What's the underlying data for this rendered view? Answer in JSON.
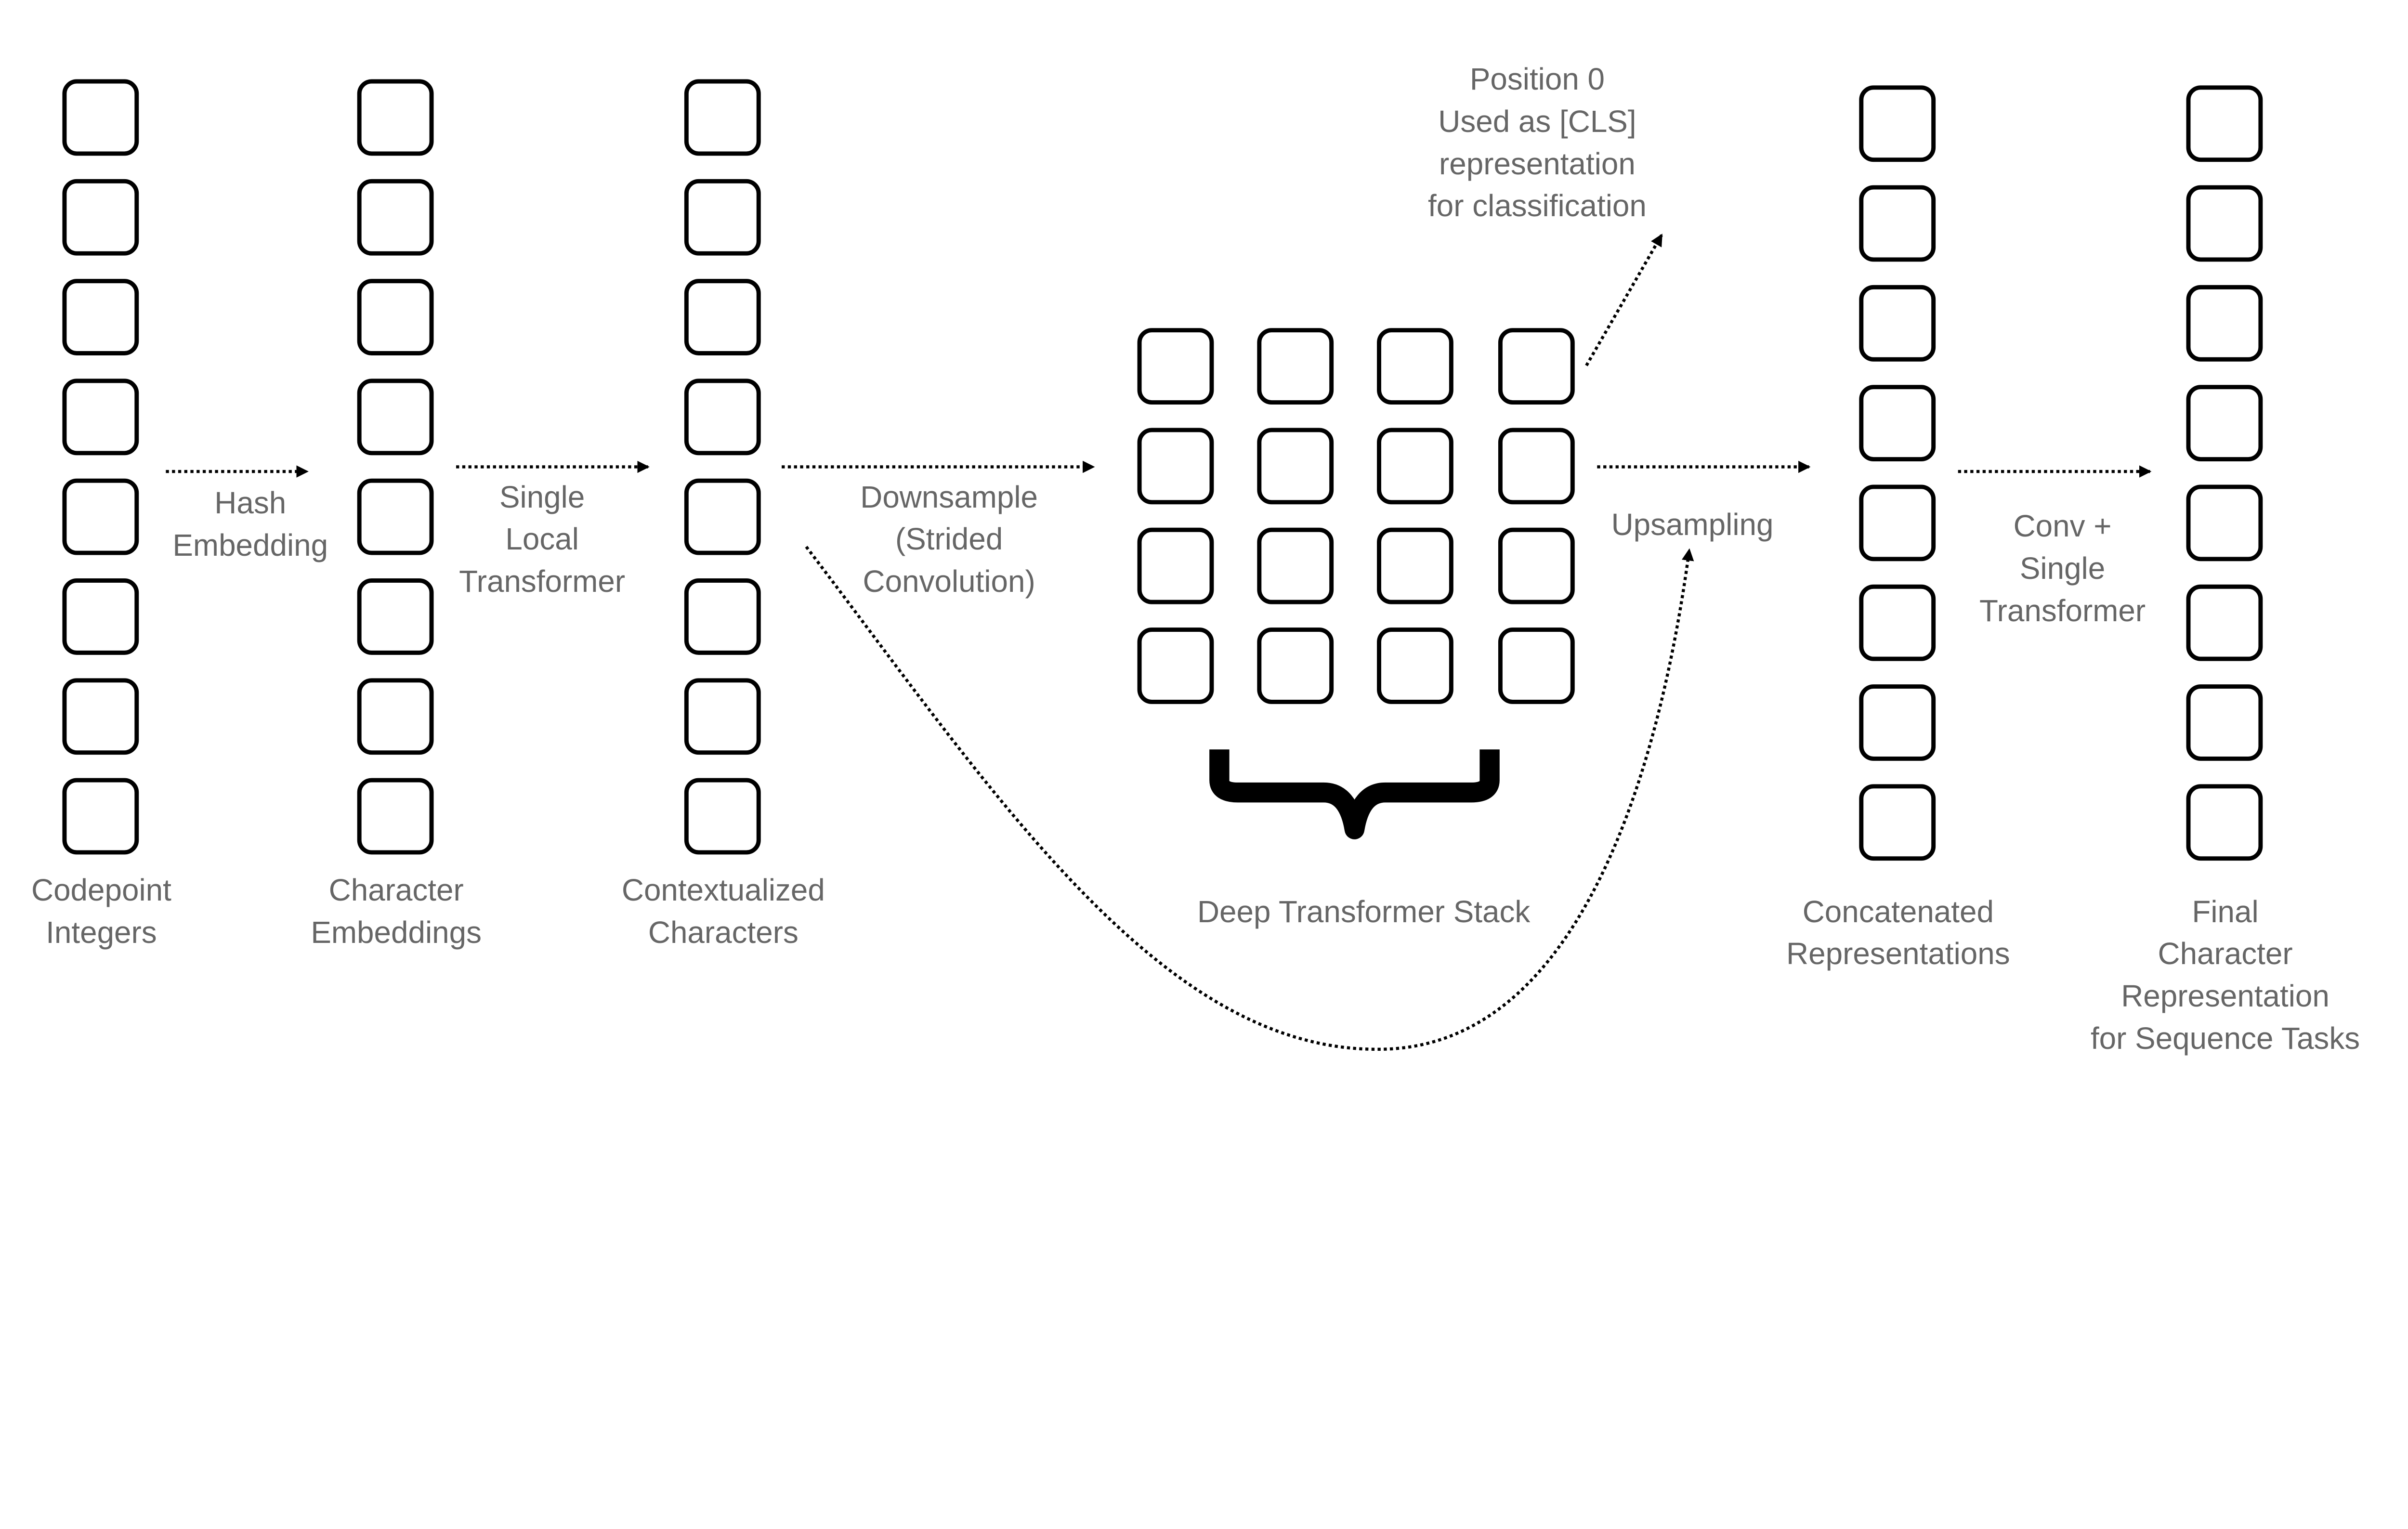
{
  "colors": {
    "stroke": "#000000",
    "text": "#666666",
    "background": "#ffffff"
  },
  "edges": {
    "hash": [
      "Hash",
      "Embedding"
    ],
    "local": [
      "Single",
      "Local",
      "Transformer"
    ],
    "down": [
      "Downsample",
      "(Strided",
      "Convolution)"
    ],
    "up": [
      "Upsampling"
    ],
    "conv": [
      "Conv +",
      "Single",
      "Transformer"
    ],
    "cls": [
      "Position 0",
      "Used as [CLS]",
      "representation",
      "for classification"
    ]
  },
  "nodes": {
    "codepoints": [
      "Codepoint",
      "Integers"
    ],
    "char_emb": [
      "Character",
      "Embeddings"
    ],
    "contextual": [
      "Contextualized",
      "Characters"
    ],
    "deep": [
      "Deep Transformer Stack"
    ],
    "concat": [
      "Concatenated",
      "Representations"
    ],
    "final": [
      "Final",
      "Character",
      "Representation",
      "for Sequence Tasks"
    ]
  }
}
